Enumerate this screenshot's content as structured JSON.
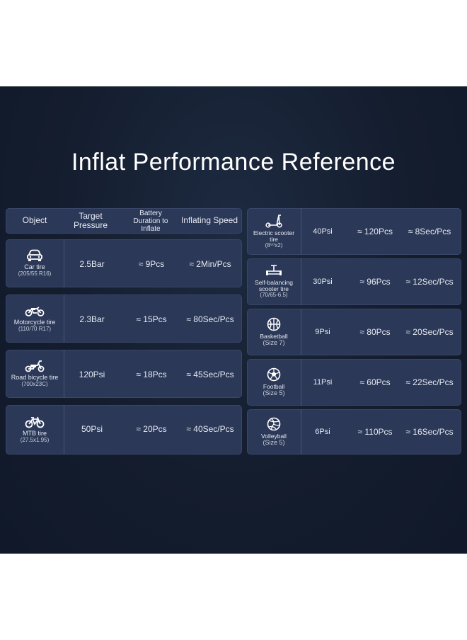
{
  "title": "Inflat Performance Reference",
  "header": {
    "object": "Object",
    "target_pressure_l1": "Target",
    "target_pressure_l2": "Pressure",
    "battery_l1": "Battery",
    "battery_l2": "Duration to",
    "battery_l3": "Inflate",
    "speed": "Inflating Speed"
  },
  "left_rows": [
    {
      "icon": "car-icon",
      "name": "Car tire",
      "size": "(205/55 R16)",
      "pressure": "2.5Bar",
      "battery": "≈ 9Pcs",
      "speed": "≈  2Min/Pcs"
    },
    {
      "icon": "motorcycle-icon",
      "name": "Motorcycle tire",
      "size": "(110/70 R17)",
      "pressure": "2.3Bar",
      "battery": "≈ 15Pcs",
      "speed": "≈  80Sec/Pcs"
    },
    {
      "icon": "scooter-moped-icon",
      "name": "Road bicycle tire",
      "size": "(700x23C)",
      "pressure": "120Psi",
      "battery": "≈ 18Pcs",
      "speed": "≈  45Sec/Pcs"
    },
    {
      "icon": "bicycle-icon",
      "name": "MTB tire",
      "size": "(27.5x1.95)",
      "pressure": "50Psi",
      "battery": "≈ 20Pcs",
      "speed": "≈  40Sec/Pcs"
    }
  ],
  "right_rows": [
    {
      "icon": "electric-scooter-icon",
      "name": "Electric scooter tire",
      "size": "(8⁵⁰x2)",
      "pressure": "40Psi",
      "battery": "≈ 120Pcs",
      "speed": "≈  8Sec/Pcs"
    },
    {
      "icon": "self-balancing-scooter-icon",
      "name": "Self-balancing scooter tire",
      "size": "(70/65-6.5)",
      "pressure": "30Psi",
      "battery": "≈ 96Pcs",
      "speed": "≈  12Sec/Pcs"
    },
    {
      "icon": "basketball-icon",
      "name": "Basketball",
      "size": "(Size 7)",
      "pressure": "9Psi",
      "battery": "≈ 80Pcs",
      "speed": "≈  20Sec/Pcs"
    },
    {
      "icon": "football-icon",
      "name": "Football",
      "size": "(Size 5)",
      "pressure": "11Psi",
      "battery": "≈ 60Pcs",
      "speed": "≈  22Sec/Pcs"
    },
    {
      "icon": "volleyball-icon",
      "name": "Volleyball",
      "size": "(Size 5)",
      "pressure": "6Psi",
      "battery": "≈ 110Pcs",
      "speed": "≈  16Sec/Pcs"
    }
  ]
}
